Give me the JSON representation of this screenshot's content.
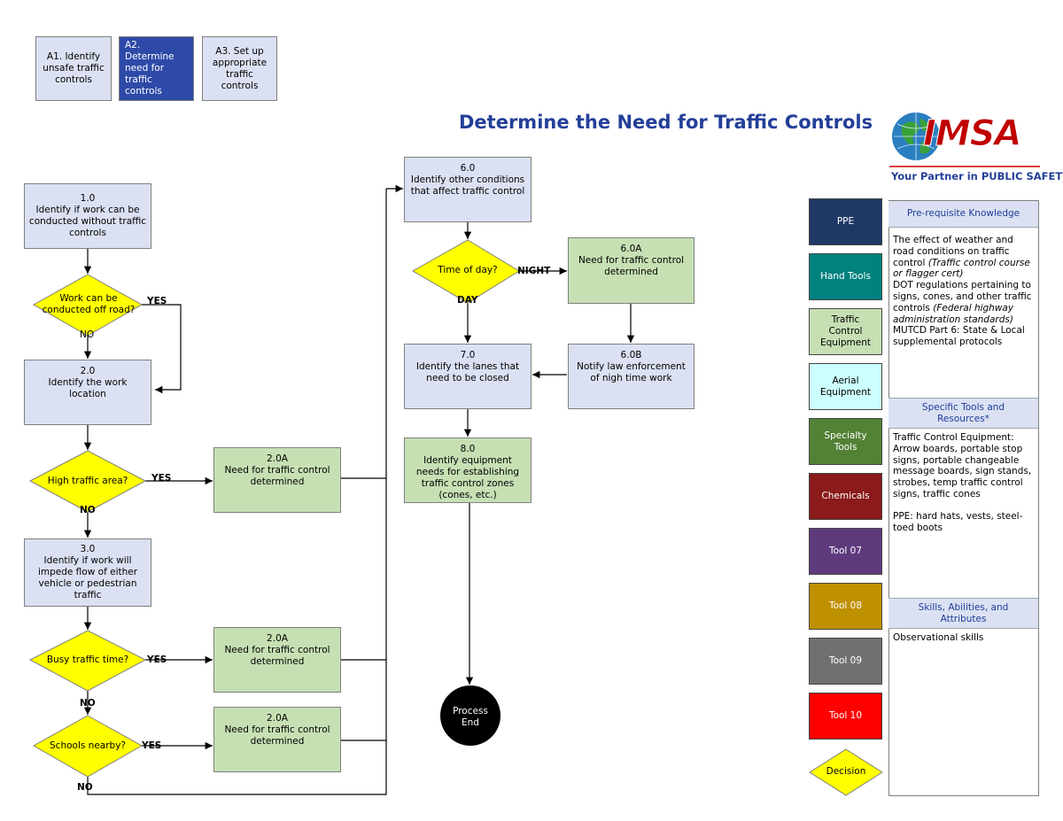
{
  "title": "Determine the Need for Traffic Controls",
  "logo": {
    "brand": "IMSA",
    "tagline": "Your Partner in PUBLIC SAFETY"
  },
  "tabs": [
    {
      "label": "A1. Identify unsafe traffic controls"
    },
    {
      "label": "A2. Determine need for traffic controls"
    },
    {
      "label": "A3. Set up appropriate traffic controls"
    }
  ],
  "nodes": {
    "n1": {
      "id": "1.0",
      "text": "Identify if work can be conducted without traffic controls"
    },
    "d1": {
      "text": "Work can be conducted off road?"
    },
    "n2": {
      "id": "2.0",
      "text": "Identify the work location"
    },
    "d2": {
      "text": "High traffic area?"
    },
    "n2a1": {
      "id": "2.0A",
      "text": "Need for traffic control determined"
    },
    "n3": {
      "id": "3.0",
      "text": "Identify if work will impede flow of either vehicle or pedestrian traffic"
    },
    "d3": {
      "text": "Busy traffic time?"
    },
    "n2a2": {
      "id": "2.0A",
      "text": "Need for traffic control determined"
    },
    "d4": {
      "text": "Schools nearby?"
    },
    "n2a3": {
      "id": "2.0A",
      "text": "Need for traffic control determined"
    },
    "n6": {
      "id": "6.0",
      "text": "Identify other conditions that affect traffic control"
    },
    "d5": {
      "text": "Time of day?"
    },
    "n6a": {
      "id": "6.0A",
      "text": "Need for traffic control determined"
    },
    "n6b": {
      "id": "6.0B",
      "text": "Notify law enforcement of nigh time work"
    },
    "n7": {
      "id": "7.0",
      "text": "Identify the lanes that need to be closed"
    },
    "n8": {
      "id": "8.0",
      "text": "Identify equipment needs for establishing traffic control zones (cones, etc.)"
    },
    "end": {
      "text": "Process End"
    }
  },
  "edge_labels": {
    "yes": "YES",
    "no": "NO",
    "night": "NIGHT",
    "day": "DAY"
  },
  "legend": [
    {
      "label": "PPE",
      "color": "#1f3864",
      "text_color": "#ffffff"
    },
    {
      "label": "Hand Tools",
      "color": "#00827f",
      "text_color": "#ffffff"
    },
    {
      "label": "Traffic Control Equipment",
      "color": "#c6e0b4",
      "text_color": "#000000"
    },
    {
      "label": "Aerial Equipment",
      "color": "#ccffff",
      "text_color": "#000000"
    },
    {
      "label": "Specialty Tools",
      "color": "#538135",
      "text_color": "#ffffff"
    },
    {
      "label": "Chemicals",
      "color": "#8b1a1a",
      "text_color": "#ffffff"
    },
    {
      "label": "Tool 07",
      "color": "#5e3a7d",
      "text_color": "#ffffff"
    },
    {
      "label": "Tool 08",
      "color": "#bf9000",
      "text_color": "#ffffff"
    },
    {
      "label": "Tool 09",
      "color": "#707070",
      "text_color": "#ffffff"
    },
    {
      "label": "Tool 10",
      "color": "#ff0000",
      "text_color": "#ffffff"
    },
    {
      "label": "Decision",
      "color": "#ffff00",
      "text_color": "#000000"
    }
  ],
  "panel": {
    "prereq_head": "Pre-requisite Knowledge",
    "prereq_lines": [
      {
        "text": "The effect of weather and road conditions on traffic control ",
        "italic": "(Traffic control course or flagger cert)"
      },
      {
        "text": "DOT regulations pertaining to signs, cones, and other traffic controls ",
        "italic": "(Federal highway administration standards)"
      },
      {
        "text": "MUTCD Part 6: State & Local supplemental protocols",
        "italic": ""
      }
    ],
    "tools_head": "Specific Tools and Resources*",
    "tools_lines": [
      "Traffic Control Equipment: Arrow boards, portable stop signs, portable changeable message boards, sign stands, strobes, temp traffic control signs, traffic cones",
      "PPE: hard hats, vests, steel-toed boots"
    ],
    "skills_head": "Skills, Abilities, and Attributes",
    "skills_lines": [
      "Observational skills"
    ]
  },
  "colors": {
    "title": "#243f99",
    "tab_active": "#2e4aa8",
    "process_box": "#dbe1f2",
    "outcome_box": "#c6e0b4",
    "decision": "#ffff00"
  }
}
